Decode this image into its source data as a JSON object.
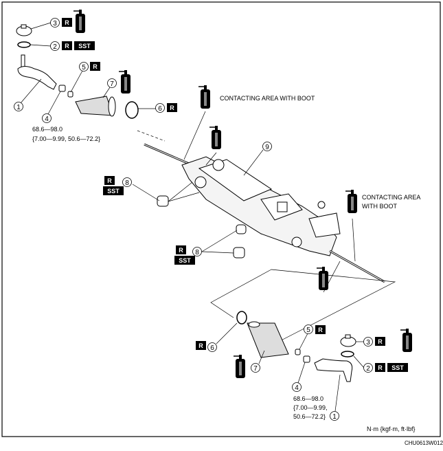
{
  "diagram": {
    "tags": {
      "replace": "R",
      "special_tool": "SST"
    },
    "callouts": {
      "tie_rod_end": "1",
      "o_ring": "2",
      "dust_boot": "3",
      "locknut": "4",
      "nut": "5",
      "clamp": "6",
      "boot": "7",
      "bushing": "8",
      "steering_gear": "9"
    },
    "notes": {
      "contacting_area_upper": "CONTACTING AREA WITH BOOT",
      "contacting_area_right_line1": "CONTACTING AREA",
      "contacting_area_right_line2": "WITH BOOT"
    },
    "torque": {
      "upper_line1": "68.6—98.0",
      "upper_line2": "{7.00—9.99, 50.6—72.2}",
      "lower_line1": "68.6—98.0",
      "lower_line2": "{7.00—9.99,",
      "lower_line3": "50.6—72.2}"
    },
    "units": "N·m {kgf·m, ft·lbf}",
    "figure_code": "CHU0613W012",
    "grease_icon": "grease-can-icon"
  }
}
